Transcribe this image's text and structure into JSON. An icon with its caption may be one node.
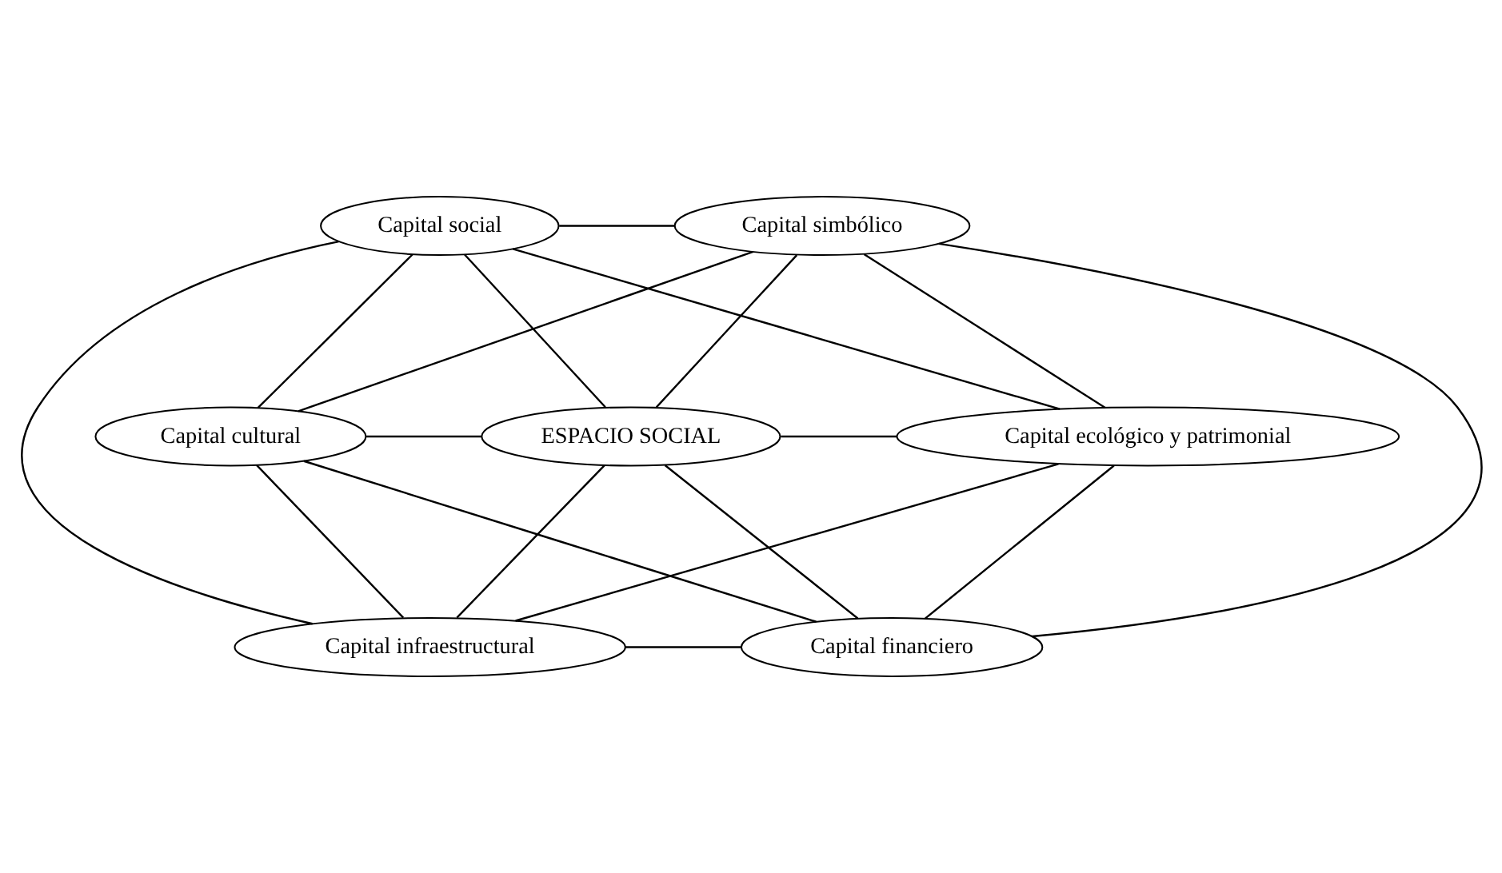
{
  "diagram": {
    "nodes": [
      {
        "text": [
          "Capital social"
        ]
      },
      {
        "text": [
          "Capital simbólico"
        ]
      },
      {
        "text": [
          "Capital cultural"
        ]
      },
      {
        "text": [
          "ESPACIO SOCIAL"
        ]
      },
      {
        "text": [
          "Capital ecológico y patrimonial"
        ]
      },
      {
        "text": [
          "Capital infraestructural"
        ]
      },
      {
        "text": [
          "Capital financiero"
        ]
      }
    ],
    "edges": [
      {
        "from": 0,
        "to": 1,
        "arrow": "none"
      },
      {
        "from": 0,
        "to": 2,
        "arrow": "none"
      },
      {
        "from": 0,
        "to": 5,
        "arrow": "none"
      },
      {
        "from": 0,
        "to": 4,
        "arrow": "none"
      },
      {
        "from": 0,
        "to": 3,
        "arrow": "none"
      },
      {
        "from": 1,
        "to": 2,
        "arrow": "none"
      },
      {
        "from": 1,
        "to": 6,
        "arrow": "none"
      },
      {
        "from": 1,
        "to": 4,
        "arrow": "none"
      },
      {
        "from": 1,
        "to": 3,
        "arrow": "none"
      },
      {
        "from": 2,
        "to": 3,
        "arrow": "none"
      },
      {
        "from": 2,
        "to": 5,
        "arrow": "none"
      },
      {
        "from": 2,
        "to": 6,
        "arrow": "none"
      },
      {
        "from": 3,
        "to": 4,
        "arrow": "none"
      },
      {
        "from": 3,
        "to": 5,
        "arrow": "none"
      },
      {
        "from": 3,
        "to": 6,
        "arrow": "none"
      },
      {
        "from": 4,
        "to": 5,
        "arrow": "none"
      },
      {
        "from": 4,
        "to": 6,
        "arrow": "none"
      },
      {
        "from": 5,
        "to": 6,
        "arrow": "none"
      }
    ]
  }
}
